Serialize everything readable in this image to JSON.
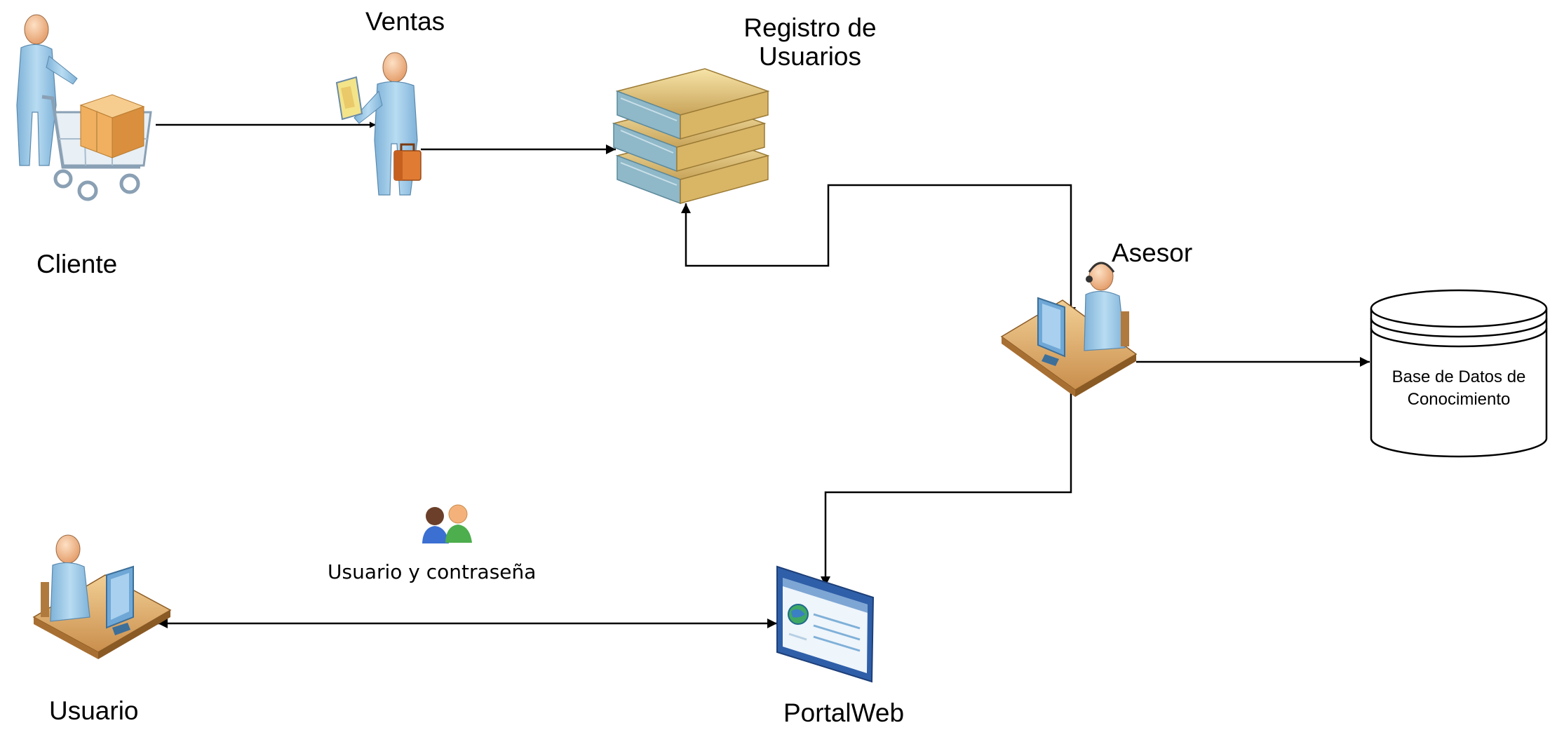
{
  "nodes": {
    "cliente": {
      "label": "Cliente",
      "icon": "shopping-cart-person-icon"
    },
    "ventas": {
      "label": "Ventas",
      "icon": "salesperson-icon"
    },
    "registro": {
      "label_line1": "Registro de",
      "label_line2": "Usuarios",
      "icon": "stack-of-books-icon"
    },
    "asesor": {
      "label": "Asesor",
      "icon": "headset-operator-workstation-icon"
    },
    "base_datos": {
      "label_line1": "Base de Datos de",
      "label_line2": "Conocimiento",
      "icon": "database-cylinder-icon"
    },
    "usuario": {
      "label": "Usuario",
      "icon": "user-workstation-icon"
    },
    "portal": {
      "label": "PortalWeb",
      "icon": "web-browser-window-icon"
    },
    "credentials": {
      "label": "Usuario y contraseña",
      "icon": "two-users-icon"
    }
  },
  "edges": [
    {
      "from": "Cliente",
      "to": "Ventas",
      "direction": "forward"
    },
    {
      "from": "Ventas",
      "to": "Registro de Usuarios",
      "direction": "forward"
    },
    {
      "from": "Asesor",
      "to": "Registro de Usuarios",
      "direction": "both"
    },
    {
      "from": "Asesor",
      "to": "Base de Datos de Conocimiento",
      "direction": "forward"
    },
    {
      "from": "Asesor",
      "to": "PortalWeb",
      "direction": "both"
    },
    {
      "from": "Usuario",
      "to": "PortalWeb",
      "direction": "both"
    }
  ],
  "colors": {
    "person_body": "#9cc8e6",
    "person_skin": "#f2b98c",
    "desk": "#e3b878",
    "book_cover": "#e8cf8a",
    "book_pages": "#8fb8c8",
    "briefcase": "#e07b33",
    "box": "#f0b060",
    "connector": "#000000"
  }
}
